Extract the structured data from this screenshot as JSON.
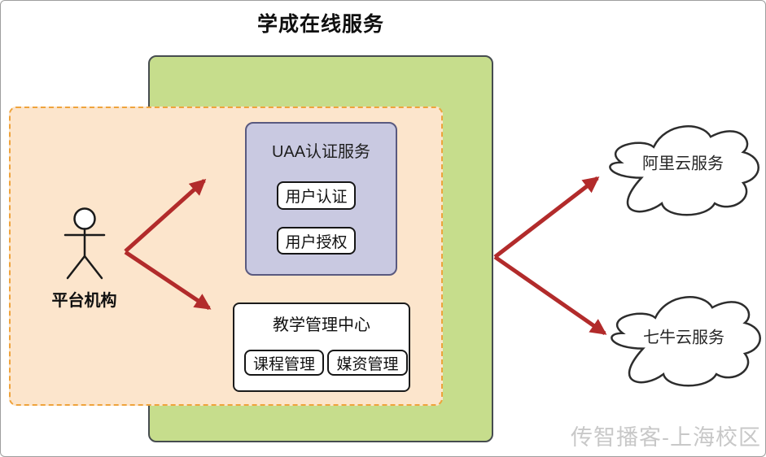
{
  "title": "学成在线服务",
  "actor": {
    "icon": "stick-figure-actor-icon",
    "label": "平台机构"
  },
  "uaa_box": {
    "title": "UAA认证服务",
    "items": [
      "用户认证",
      "用户授权"
    ]
  },
  "teaching_box": {
    "title": "教学管理中心",
    "items": [
      "课程管理",
      "媒资管理"
    ]
  },
  "clouds": [
    {
      "label": "阿里云服务"
    },
    {
      "label": "七牛云服务"
    }
  ],
  "watermark": "传智播客-上海校区",
  "palette": {
    "service_green_fill": "#c6dd8c",
    "service_green_border": "#464c4f",
    "institution_peach_fill": "#fce5cc",
    "institution_dash_border": "#efa33c",
    "uaa_purple_fill": "#c9c9e1",
    "uaa_purple_border": "#59597f",
    "inner_box_border": "#161616",
    "arrow_red": "#b22b2b",
    "cloud_outline": "#2d2d2d",
    "watermark_gray": "#c8c8c8"
  }
}
